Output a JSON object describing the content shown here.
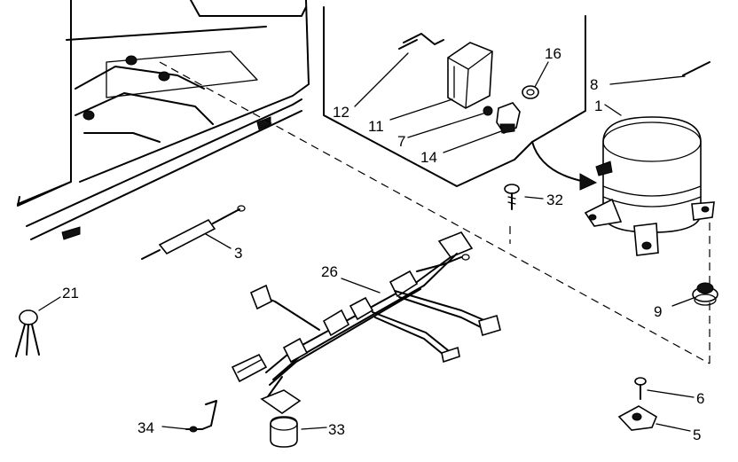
{
  "parts": {
    "p1": "1",
    "p3": "3",
    "p5": "5",
    "p6": "6",
    "p7": "7",
    "p8": "8",
    "p9": "9",
    "p11": "11",
    "p12": "12",
    "p14": "14",
    "p16": "16",
    "p21": "21",
    "p26": "26",
    "p32": "32",
    "p33": "33",
    "p34": "34"
  },
  "icons": {
    "compressor": "compressor-icon",
    "drier": "filter-drier-icon",
    "harness": "wire-harness-icon",
    "relay_cover": "relay-cover-icon",
    "grommet": "grommet-icon"
  }
}
